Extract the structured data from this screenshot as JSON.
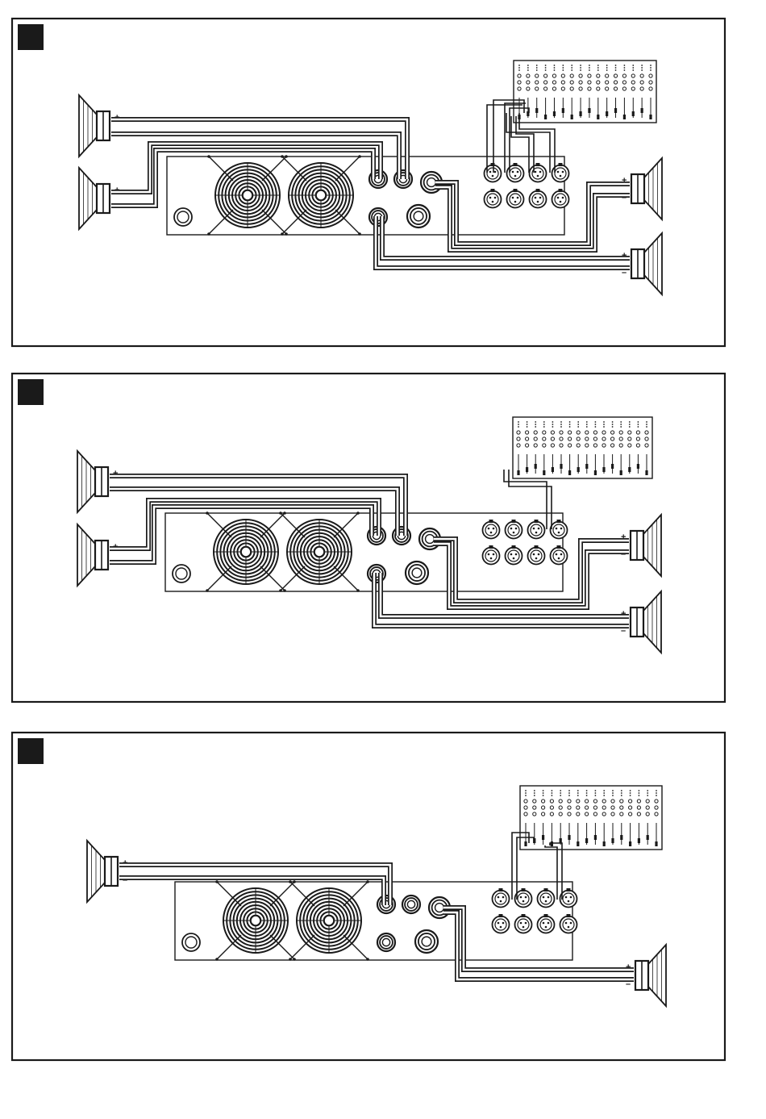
{
  "figure": {
    "panels": [
      {
        "id": "panel-1",
        "speakers": [
          {
            "side": "left",
            "plus": "+",
            "minus": "–"
          },
          {
            "side": "left",
            "plus": "+",
            "minus": "–"
          },
          {
            "side": "right",
            "plus": "+",
            "minus": "–"
          },
          {
            "side": "right",
            "plus": "+",
            "minus": "–"
          }
        ]
      },
      {
        "id": "panel-2",
        "speakers": [
          {
            "side": "left",
            "plus": "+",
            "minus": "–"
          },
          {
            "side": "left",
            "plus": "+",
            "minus": "–"
          },
          {
            "side": "right",
            "plus": "+",
            "minus": "–"
          },
          {
            "side": "right",
            "plus": "+",
            "minus": "–"
          }
        ]
      },
      {
        "id": "panel-3",
        "speakers": [
          {
            "side": "left",
            "plus": "+",
            "minus": "–"
          },
          {
            "side": "right",
            "plus": "+",
            "minus": "–"
          }
        ]
      }
    ],
    "colors": {
      "line": "#1a1a1a",
      "background": "#ffffff",
      "marker": "#1a1a1a"
    }
  }
}
